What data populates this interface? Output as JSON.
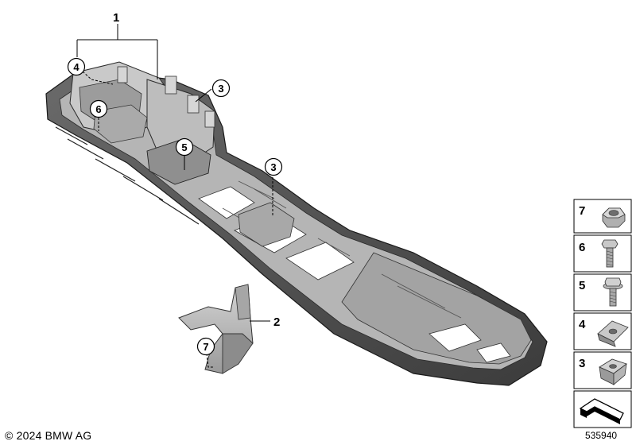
{
  "callouts": {
    "c1": "1",
    "c2": "2",
    "c3a": "3",
    "c3b": "3",
    "c4": "4",
    "c5": "5",
    "c6": "6",
    "c7": "7"
  },
  "legend": {
    "items": [
      {
        "number": "7",
        "icon": "hex-nut-icon"
      },
      {
        "number": "6",
        "icon": "hex-bolt-icon"
      },
      {
        "number": "5",
        "icon": "flange-bolt-icon"
      },
      {
        "number": "4",
        "icon": "speed-nut-clip-icon"
      },
      {
        "number": "3",
        "icon": "cage-nut-icon"
      }
    ],
    "arrow_icon": "pointer-arrow-icon"
  },
  "footer": {
    "copyright": "© 2024 BMW AG",
    "doc_number": "535940"
  },
  "colors": {
    "part_dark": "#4a4a4a",
    "part_mid": "#7c7c7c",
    "part_light": "#b9b9b9",
    "line": "#000000"
  }
}
